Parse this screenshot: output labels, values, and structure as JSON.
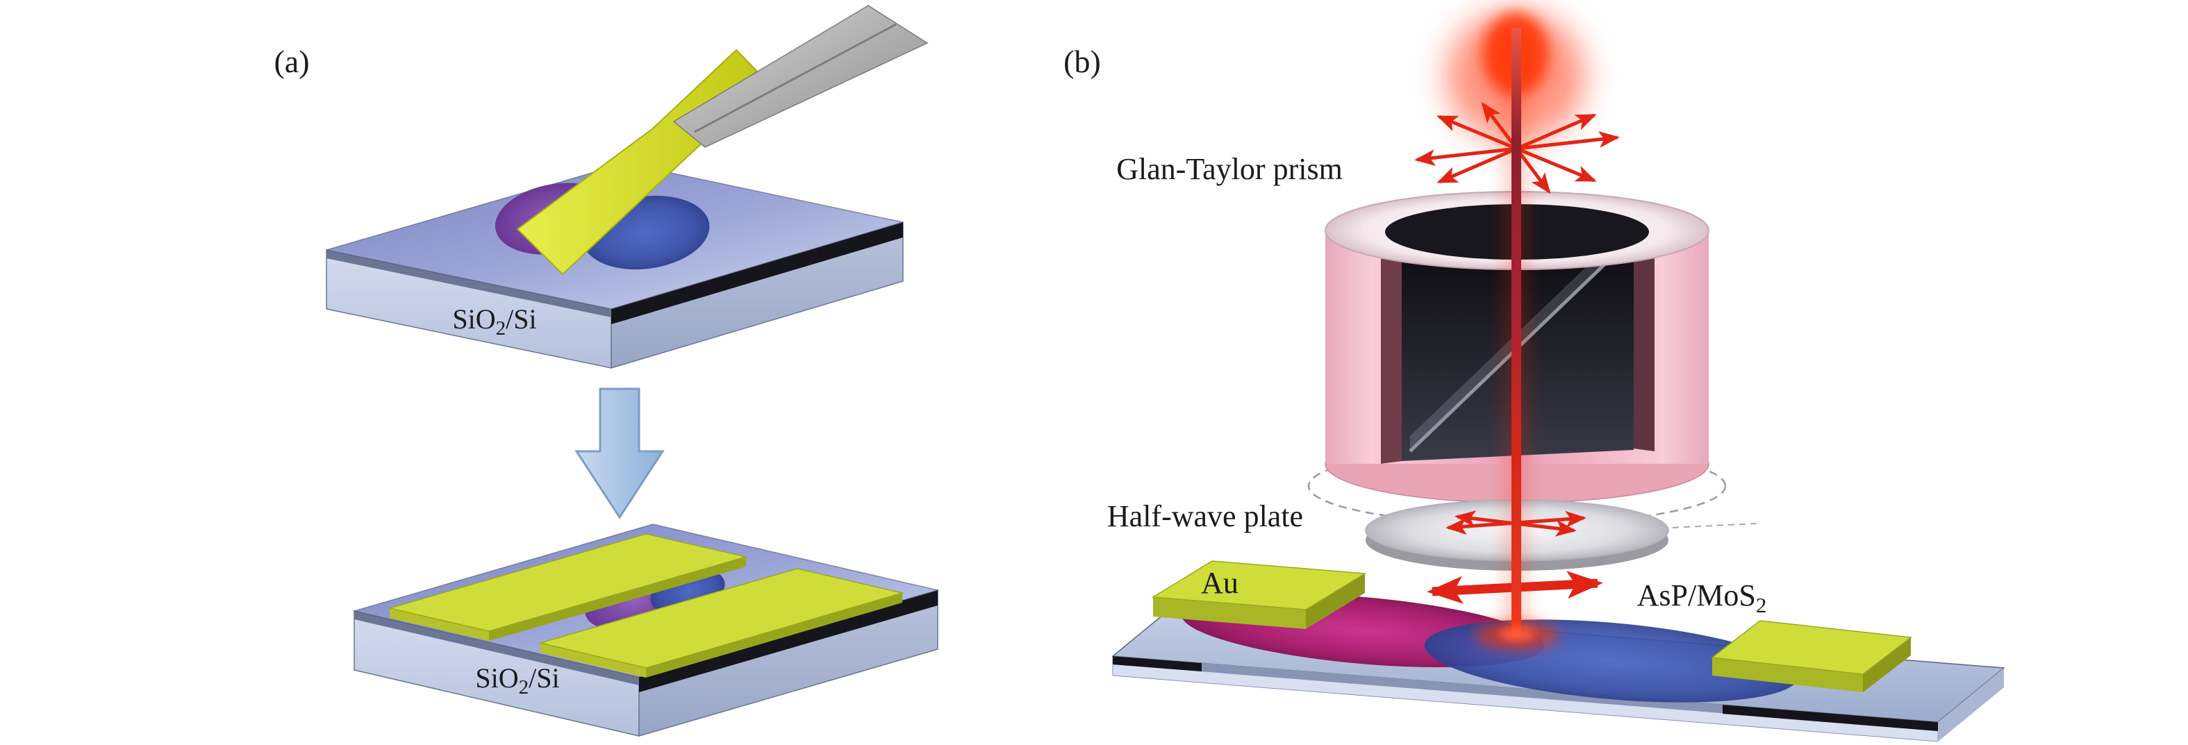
{
  "panel_a": {
    "label": "(a)",
    "substrate_top_label": {
      "pre": "SiO",
      "sub": "2",
      "post": "/Si"
    },
    "substrate_bottom_label": {
      "pre": "SiO",
      "sub": "2",
      "post": "/Si"
    }
  },
  "panel_b": {
    "label": "(b)",
    "prism_label": "Glan-Taylor prism",
    "half_wave_plate_label": "Half-wave plate",
    "au_label": "Au",
    "sample_label": {
      "pre": "AsP/MoS",
      "sub": "2"
    }
  },
  "colors": {
    "gold_electrode": "#cfdd3a",
    "tape_yellow": "#dde22e",
    "purple_flake": "#7a3fa0",
    "blue_flake": "#4b63b5",
    "magenta_flake": "#b9267d",
    "mos2_blue": "#3b55b0",
    "beam_red": "#cf2318",
    "arrow_red": "#e02517",
    "prism_pink": "#f3b6c6",
    "prism_maroon": "#6f3d4a",
    "substrate_blue": "#cdd6ea",
    "process_arrow_blue": "#a9c4e4"
  }
}
